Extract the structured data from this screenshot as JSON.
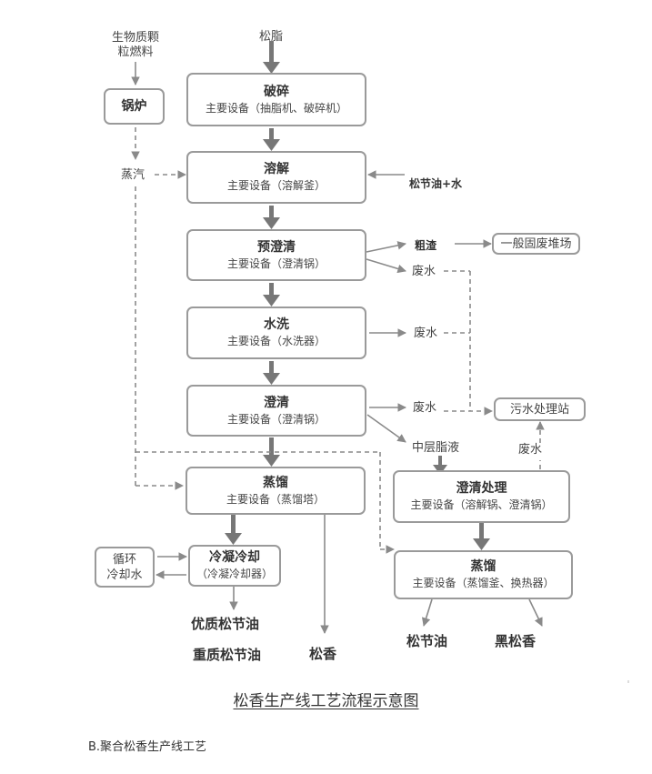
{
  "title": "松香生产线工艺流程示意图",
  "footer": "B.聚合松香生产线工艺",
  "inputs": {
    "biomass_line1": "生物质颗",
    "biomass_line2": "粒燃料",
    "resin": "松脂",
    "steam": "蒸汽",
    "turpentine_water": "松节油+水",
    "cooling_line1": "循环",
    "cooling_line2": "冷却水"
  },
  "boxes": {
    "boiler": {
      "title": "锅炉"
    },
    "crush": {
      "title": "破碎",
      "equipment": "主要设备（抽脂机、破碎机）"
    },
    "dissolve": {
      "title": "溶解",
      "equipment": "主要设备（溶解釜）"
    },
    "preclarify": {
      "title": "预澄清",
      "equipment": "主要设备（澄清锅）"
    },
    "wash": {
      "title": "水洗",
      "equipment": "主要设备（水洗器）"
    },
    "clarify": {
      "title": "澄清",
      "equipment": "主要设备（澄清锅）"
    },
    "distill": {
      "title": "蒸馏",
      "equipment": "主要设备（蒸馏塔）"
    },
    "condense": {
      "title": "冷凝冷却",
      "equipment": "（冷凝冷却器）"
    },
    "clarify_treat": {
      "title": "澄清处理",
      "equipment": "主要设备（溶解锅、澄清锅）"
    },
    "distill2": {
      "title": "蒸馏",
      "equipment": "主要设备（蒸馏釜、换热器）"
    },
    "solid_waste": {
      "title": "一般固废堆场"
    },
    "sewage": {
      "title": "污水处理站"
    }
  },
  "labels": {
    "residue": "粗渣",
    "wastewater1": "废水",
    "wastewater2": "废水",
    "wastewater3": "废水",
    "wastewater4": "废水",
    "middle_liquid": "中层脂液"
  },
  "outputs": {
    "quality_oil": "优质松节油",
    "heavy_oil": "重质松节油",
    "rosin": "松香",
    "turpentine": "松节油",
    "black_rosin": "黑松香"
  },
  "colors": {
    "main_arrow": "#777777",
    "line": "#999999",
    "box_border": "#9a9a9a"
  }
}
